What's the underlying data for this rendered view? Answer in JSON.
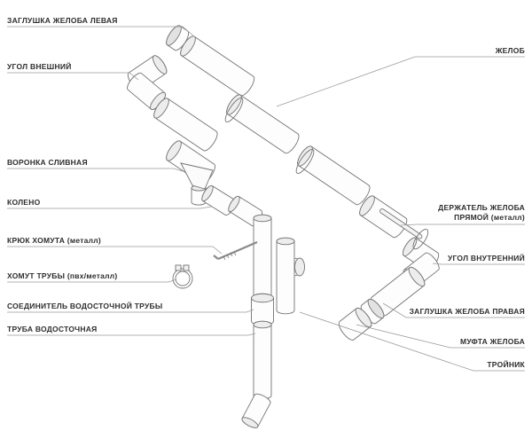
{
  "labels": {
    "left": [
      {
        "text": "ЗАГЛУШКА ЖЕЛОБА ЛЕВАЯ"
      },
      {
        "text": "УГОЛ ВНЕШНИЙ"
      },
      {
        "text": "ВОРОНКА СЛИВНАЯ"
      },
      {
        "text": "КОЛЕНО"
      },
      {
        "text": "КРЮК ХОМУТА (металл)"
      },
      {
        "text": "ХОМУТ ТРУБЫ (пвх/металл)"
      },
      {
        "text": "СОЕДИНИТЕЛЬ ВОДОСТОЧНОЙ ТРУБЫ"
      },
      {
        "text": "ТРУБА ВОДОСТОЧНАЯ"
      }
    ],
    "right": [
      {
        "text": "ЖЕЛОБ"
      },
      {
        "text": "ДЕРЖАТЕЛЬ ЖЕЛОБА",
        "text2": "ПРЯМОЙ (металл)"
      },
      {
        "text": "УГОЛ ВНУТРЕННИЙ"
      },
      {
        "text": "ЗАГЛУШКА ЖЕЛОБА ПРАВАЯ"
      },
      {
        "text": "МУФТА ЖЕЛОБА"
      },
      {
        "text": "ТРОЙНИК"
      }
    ]
  },
  "colors": {
    "stroke": "#737373",
    "leader": "#9a9a9a",
    "text": "#2e2e2e",
    "background": "#ffffff"
  }
}
